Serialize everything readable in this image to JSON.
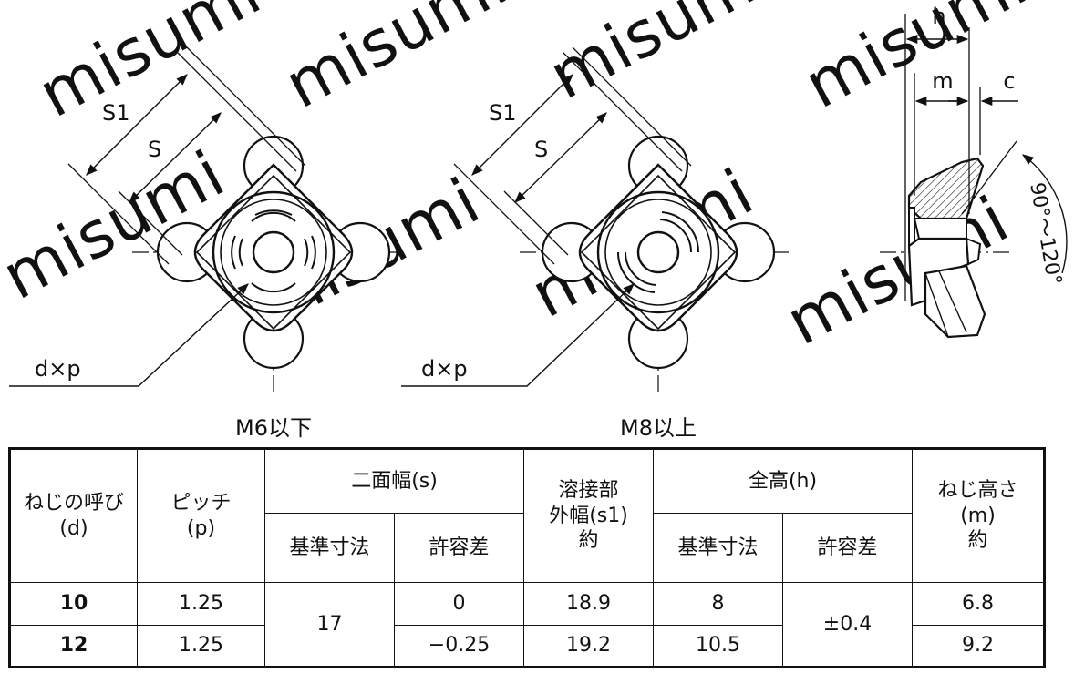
{
  "watermark": "misumi",
  "drawing": {
    "left_view": {
      "caption": "M6以下",
      "label_s1": "S1",
      "label_s": "S",
      "label_thread": "d×p"
    },
    "right_view": {
      "caption": "M8以上",
      "label_s1": "S1",
      "label_s": "S",
      "label_thread": "d×p"
    },
    "side_view": {
      "label_h": "h",
      "label_m": "m",
      "label_c": "c",
      "label_angle": "90°～120°"
    }
  },
  "table": {
    "headers": {
      "nominal": [
        "ねじの呼び",
        "(d)"
      ],
      "pitch": [
        "ピッチ",
        "(p)"
      ],
      "width_across": "二面幅(s)",
      "width_std": "基準寸法",
      "width_tol": "許容差",
      "weld_width": [
        "溶接部",
        "外幅(s1)",
        "約"
      ],
      "height": "全高(h)",
      "height_std": "基準寸法",
      "height_tol": "許容差",
      "thread_height": [
        "ねじ高さ",
        "(m)",
        "約"
      ]
    },
    "rows": [
      {
        "d": "10",
        "p": "1.25",
        "s_tol": "0",
        "s1": "18.9",
        "h": "8",
        "m": "6.8"
      },
      {
        "d": "12",
        "p": "1.25",
        "s_tol": "−0.25",
        "s1": "19.2",
        "h": "10.5",
        "m": "9.2"
      }
    ],
    "shared": {
      "s_std": "17",
      "h_tol": "±0.4"
    }
  }
}
